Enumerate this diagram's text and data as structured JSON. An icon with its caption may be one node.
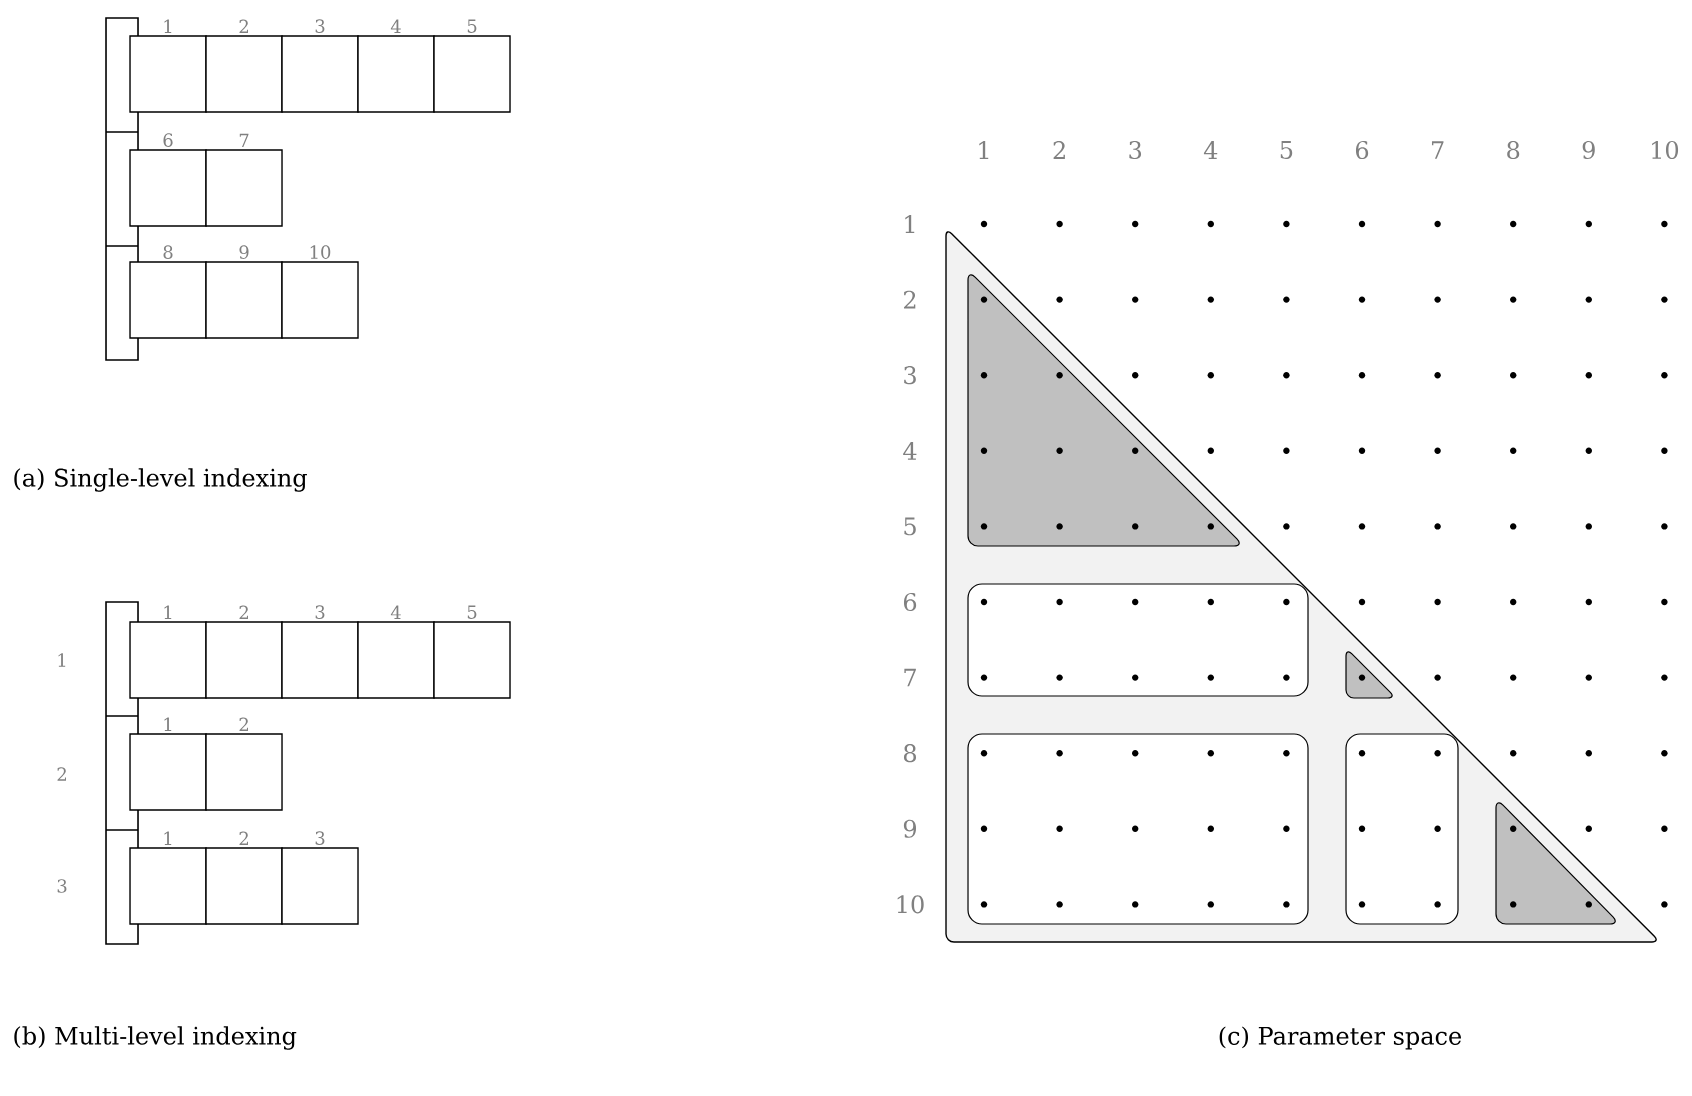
{
  "diagram": {
    "nodes": [
      {
        "text": [
          "1"
        ]
      },
      {
        "text": [
          "2"
        ]
      },
      {
        "text": [
          "3"
        ]
      },
      {
        "text": [
          "4"
        ]
      },
      {
        "text": [
          "5"
        ]
      },
      {
        "text": [
          "6"
        ]
      },
      {
        "text": [
          "7"
        ]
      },
      {
        "text": [
          "8"
        ]
      },
      {
        "text": [
          "9"
        ]
      },
      {
        "text": [
          "10"
        ]
      },
      {
        "text": [
          "1"
        ]
      },
      {
        "text": [
          "2"
        ]
      },
      {
        "text": [
          "3"
        ]
      },
      {
        "text": [
          "4"
        ]
      },
      {
        "text": [
          "5"
        ]
      },
      {
        "text": [
          "1"
        ]
      },
      {
        "text": [
          "2"
        ]
      },
      {
        "text": [
          "1"
        ]
      },
      {
        "text": [
          "2"
        ]
      },
      {
        "text": [
          "3"
        ]
      }
    ],
    "edges": [],
    "labels": [
      "1",
      "2",
      "3",
      "(a) Single-level indexing",
      "(b) Multi-level indexing",
      "(c) Parameter space",
      "1",
      "2",
      "3",
      "4",
      "5",
      "6",
      "7",
      "8",
      "9",
      "10",
      "1",
      "2",
      "3",
      "4",
      "5",
      "6",
      "7",
      "8",
      "9",
      "10"
    ]
  }
}
